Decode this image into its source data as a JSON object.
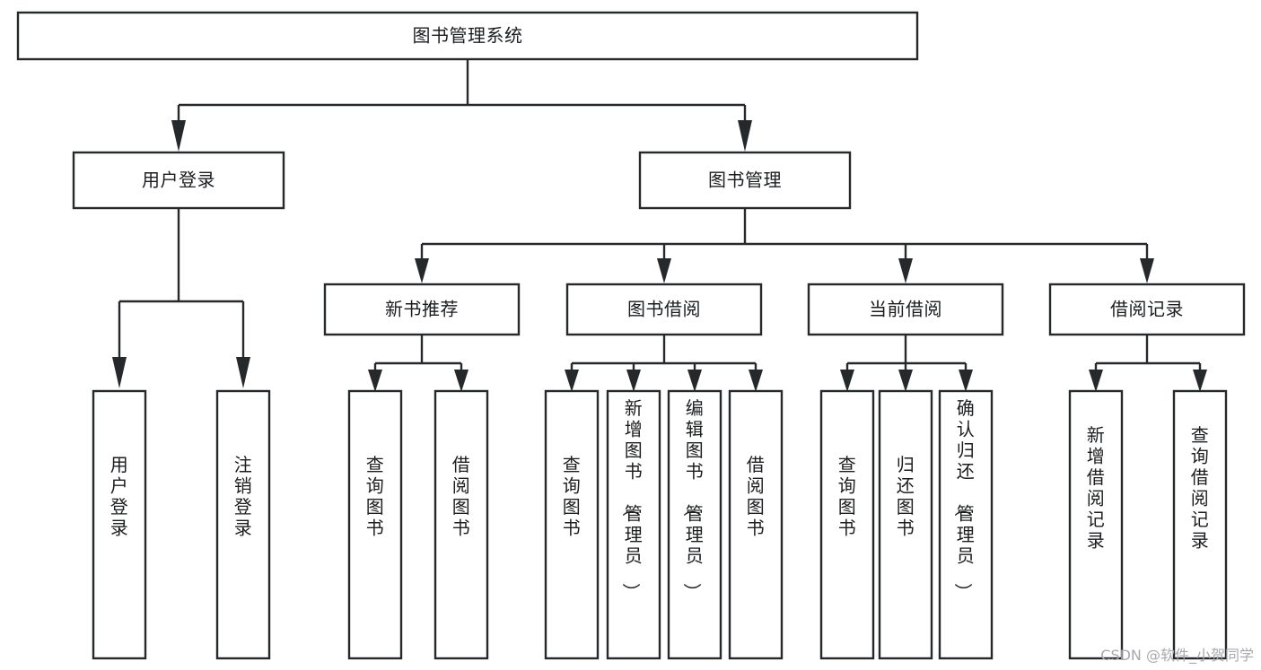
{
  "diagram": {
    "type": "tree",
    "title": "图书管理系统",
    "orientation": "top-down",
    "levels": 4,
    "root": {
      "id": "root",
      "label": "图书管理系统",
      "orient": "horizontal"
    },
    "level2": [
      {
        "id": "user-login",
        "label": "用户登录",
        "orient": "horizontal"
      },
      {
        "id": "book-manage",
        "label": "图书管理",
        "orient": "horizontal"
      }
    ],
    "level3": [
      {
        "id": "new-book-rec",
        "label": "新书推荐",
        "orient": "horizontal",
        "parent": "book-manage"
      },
      {
        "id": "book-borrow",
        "label": "图书借阅",
        "orient": "horizontal",
        "parent": "book-manage"
      },
      {
        "id": "current-borrow",
        "label": "当前借阅",
        "orient": "horizontal",
        "parent": "book-manage"
      },
      {
        "id": "borrow-record",
        "label": "借阅记录",
        "orient": "horizontal",
        "parent": "book-manage"
      }
    ],
    "leaves": [
      {
        "id": "leaf-user-login",
        "label": "用户登录",
        "orient": "vertical",
        "parent": "user-login"
      },
      {
        "id": "leaf-logout",
        "label": "注销登录",
        "orient": "vertical",
        "parent": "user-login"
      },
      {
        "id": "leaf-query-book-1",
        "label": "查询图书",
        "orient": "vertical",
        "parent": "new-book-rec"
      },
      {
        "id": "leaf-borrow-book-1",
        "label": "借阅图书",
        "orient": "vertical",
        "parent": "new-book-rec"
      },
      {
        "id": "leaf-query-book-2",
        "label": "查询图书",
        "orient": "vertical",
        "parent": "book-borrow"
      },
      {
        "id": "leaf-add-book",
        "label": "新增图书（管理员）",
        "orient": "vertical",
        "parent": "book-borrow"
      },
      {
        "id": "leaf-edit-book",
        "label": "编辑图书（管理员）",
        "orient": "vertical",
        "parent": "book-borrow"
      },
      {
        "id": "leaf-borrow-book-2",
        "label": "借阅图书",
        "orient": "vertical",
        "parent": "book-borrow"
      },
      {
        "id": "leaf-query-book-3",
        "label": "查询图书",
        "orient": "vertical",
        "parent": "current-borrow"
      },
      {
        "id": "leaf-return-book",
        "label": "归还图书",
        "orient": "vertical",
        "parent": "current-borrow"
      },
      {
        "id": "leaf-confirm-return",
        "label": "确认归还（管理员）",
        "orient": "vertical",
        "parent": "current-borrow"
      },
      {
        "id": "leaf-add-record",
        "label": "新增借阅记录",
        "orient": "vertical",
        "parent": "borrow-record"
      },
      {
        "id": "leaf-query-record",
        "label": "查询借阅记录",
        "orient": "vertical",
        "parent": "borrow-record"
      }
    ]
  },
  "watermark": {
    "text": "CSDN @软件_小贺同学"
  },
  "colors": {
    "stroke": "#26292b",
    "fill": "#ffffff",
    "text": "#1b1d1f",
    "watermark": "#a8a9ad"
  }
}
